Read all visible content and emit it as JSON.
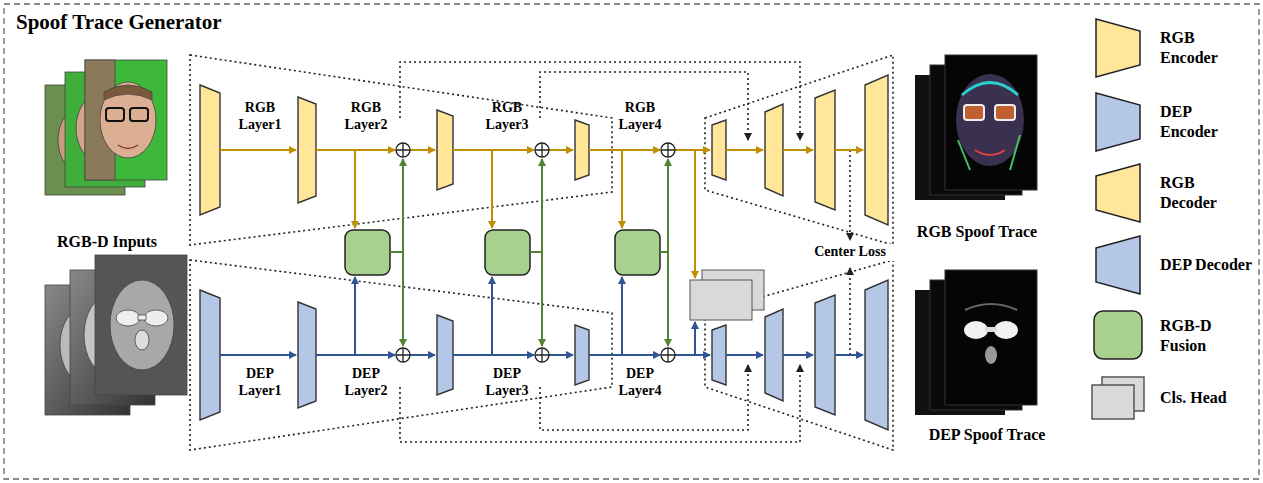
{
  "diagram": {
    "title": "Spoof Trace Generator",
    "nodes": [
      {
        "text": [
          "RGB-D Inputs"
        ]
      },
      {
        "text": [
          "RGB Spoof Trace"
        ]
      },
      {
        "text": [
          "DEP Spoof Trace"
        ]
      }
    ],
    "labels": [
      "RGB Layer1",
      "RGB Layer2",
      "RGB Layer3",
      "RGB Layer4",
      "DEP Layer1",
      "DEP Layer2",
      "DEP Layer3",
      "DEP Layer4",
      "Center Loss"
    ],
    "legend": [
      {
        "text": "RGB Encoder",
        "color": "#FFE699"
      },
      {
        "text": "DEP Encoder",
        "color": "#B4C7E7"
      },
      {
        "text": "RGB Decoder",
        "color": "#FFE699"
      },
      {
        "text": "DEP Decoder",
        "color": "#B4C7E7"
      },
      {
        "text": "RGB-D Fusion",
        "color": "#A9D18E"
      },
      {
        "text": "Cls. Head",
        "color": "#D9D9D9"
      }
    ]
  }
}
